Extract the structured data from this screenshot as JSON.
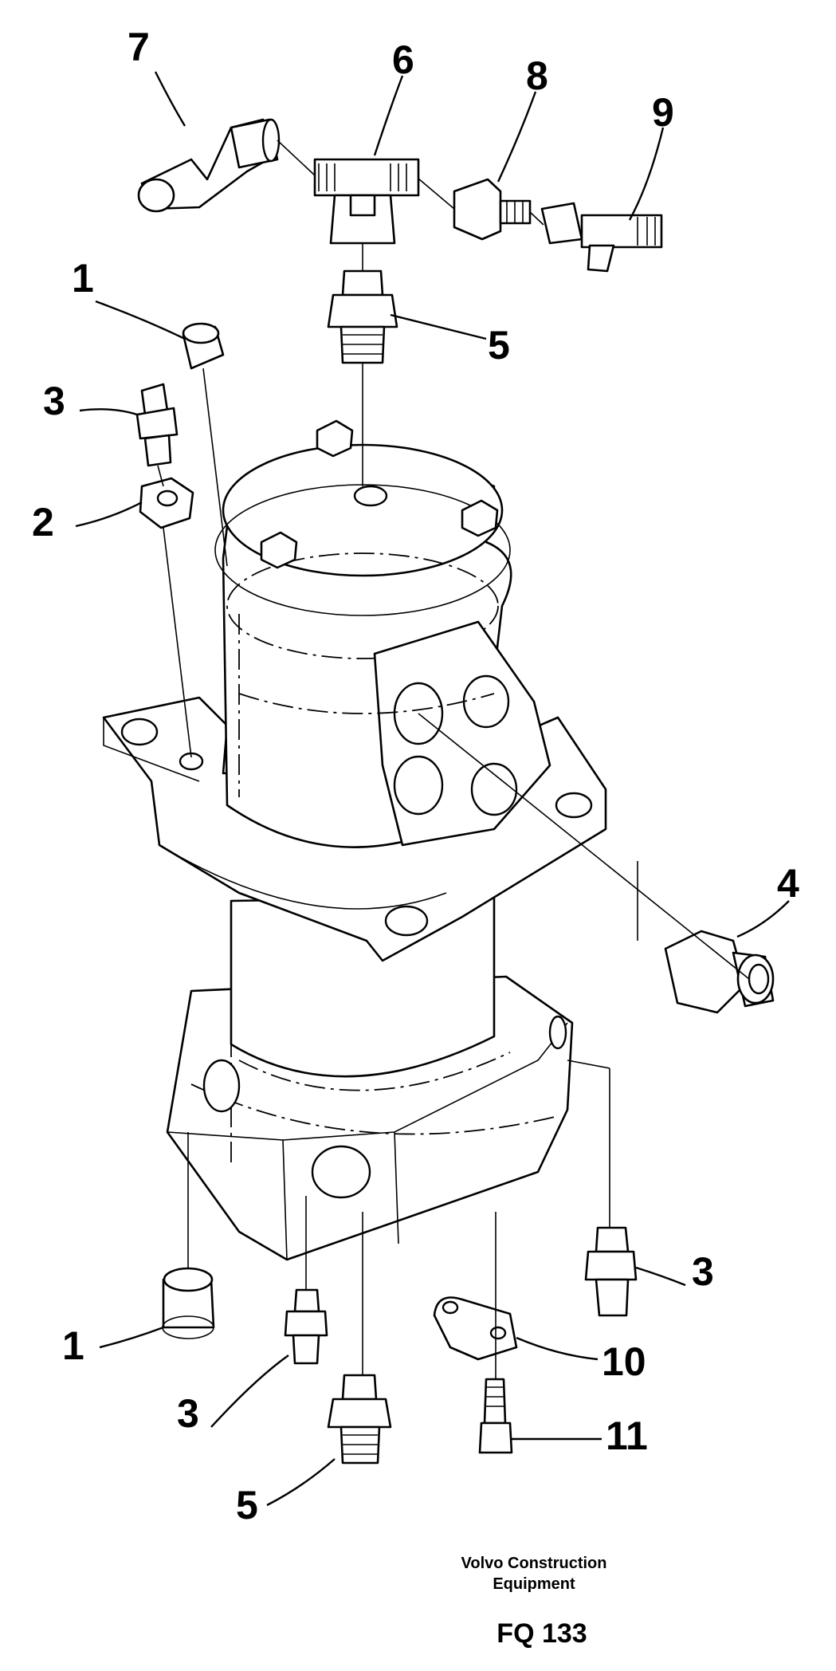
{
  "callouts": {
    "c7": "7",
    "c6": "6",
    "c8": "8",
    "c9": "9",
    "c1_top": "1",
    "c5_top": "5",
    "c3_top": "3",
    "c2": "2",
    "c4": "4",
    "c3_right": "3",
    "c1_bottom": "1",
    "c10": "10",
    "c3_bottom": "3",
    "c11": "11",
    "c5_bottom": "5"
  },
  "footer": {
    "credit_line1": "Volvo Construction",
    "credit_line2": "Equipment",
    "drawing_code": "FQ 133"
  }
}
